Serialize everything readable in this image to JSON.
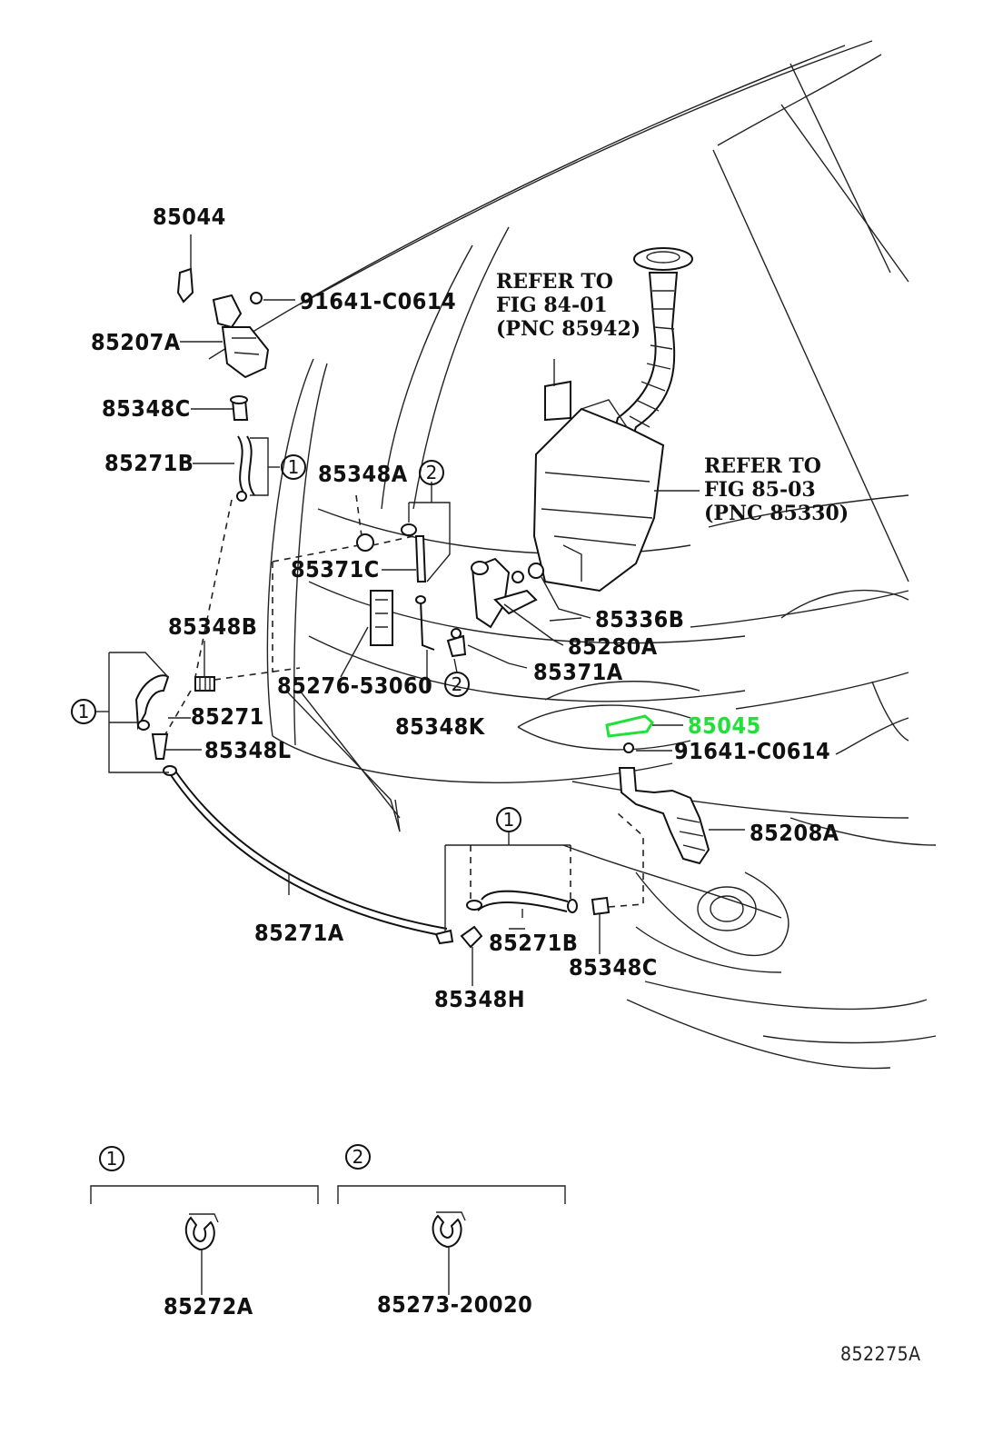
{
  "labels": {
    "p85044": "85044",
    "p91641_top": "91641-C0614",
    "p85207A": "85207A",
    "p85348C_top": "85348C",
    "p85271B_top": "85271B",
    "p85348A": "85348A",
    "p85371C": "85371C",
    "p85348B": "85348B",
    "p85276": "85276-53060",
    "p85271": "85271",
    "p85348L": "85348L",
    "p85348K": "85348K",
    "p85336B": "85336B",
    "p85280A": "85280A",
    "p85371A": "85371A",
    "p85045": "85045",
    "p91641_mid": "91641-C0614",
    "p85208A": "85208A",
    "p85271A": "85271A",
    "p85271B_bot": "85271B",
    "p85348C_bot": "85348C",
    "p85348H": "85348H",
    "p85272A": "85272A",
    "p85273": "85273-20020",
    "figure_id": "852275A"
  },
  "refs": {
    "ref1": [
      "REFER TO",
      "FIG 84-01",
      "(PNC 85942)"
    ],
    "ref2": [
      "REFER TO",
      "FIG 85-03",
      "(PNC 85330)"
    ]
  },
  "callouts": {
    "c1": "1",
    "c2": "2"
  },
  "colors": {
    "highlight": "#22e03a",
    "ink": "#111111"
  }
}
